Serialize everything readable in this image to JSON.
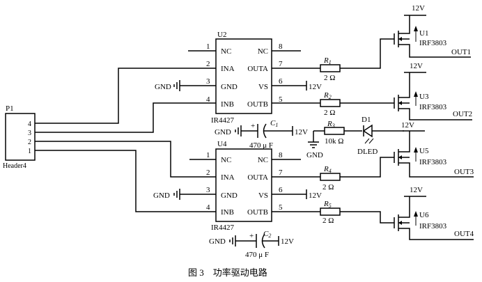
{
  "header": {
    "ref": "P1",
    "name": "Header4",
    "pins": [
      "1",
      "2",
      "3",
      "4"
    ]
  },
  "drivers": [
    {
      "ref": "U2",
      "part": "IR4427",
      "pins": {
        "nc_left": "NC",
        "nc_left_num": "1",
        "ina": "INA",
        "ina_num": "2",
        "gnd": "GND",
        "gnd_num": "3",
        "inb": "INB",
        "inb_num": "4",
        "outb": "OUTB",
        "outb_num": "5",
        "vs": "VS",
        "vs_num": "6",
        "outa": "OUTA",
        "outa_num": "7",
        "nc_right": "NC",
        "nc_right_num": "8"
      }
    },
    {
      "ref": "U4",
      "part": "IR4427",
      "pins": {
        "nc_left": "NC",
        "nc_left_num": "1",
        "ina": "INA",
        "ina_num": "2",
        "gnd": "GND",
        "gnd_num": "3",
        "inb": "INB",
        "inb_num": "4",
        "outb": "OUTB",
        "outb_num": "5",
        "vs": "VS",
        "vs_num": "6",
        "outa": "OUTA",
        "outa_num": "7",
        "nc_right": "NC",
        "nc_right_num": "8"
      }
    }
  ],
  "resistors": [
    {
      "ref": "R",
      "sub": "1",
      "value": "2 Ω"
    },
    {
      "ref": "R",
      "sub": "2",
      "value": "2 Ω"
    },
    {
      "ref": "R",
      "sub": "3",
      "value": "10k Ω"
    },
    {
      "ref": "R",
      "sub": "4",
      "value": "2 Ω"
    },
    {
      "ref": "R",
      "sub": "5",
      "value": "2 Ω"
    }
  ],
  "capacitors": [
    {
      "ref": "C",
      "sub": "1",
      "value": "470 μ F"
    },
    {
      "ref": "C",
      "sub": "2",
      "value": "470 μ F"
    }
  ],
  "led": {
    "ref": "D1",
    "name": "DLED"
  },
  "mosfets": [
    {
      "ref": "U1",
      "part": "IRF3803",
      "out": "OUT1"
    },
    {
      "ref": "U3",
      "part": "IRF3803",
      "out": "OUT2"
    },
    {
      "ref": "U5",
      "part": "IRF3803",
      "out": "OUT3"
    },
    {
      "ref": "U6",
      "part": "IRF3803",
      "out": "OUT4"
    }
  ],
  "nets": {
    "gnd": "GND",
    "v12": "12V"
  },
  "caption": "图 3　功率驱动电路"
}
